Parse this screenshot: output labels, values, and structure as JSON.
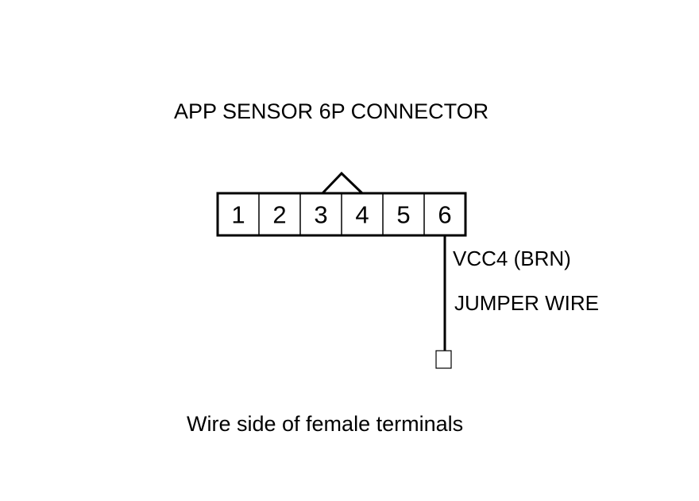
{
  "diagram": {
    "title": "APP SENSOR 6P CONNECTOR",
    "pins": [
      "1",
      "2",
      "3",
      "4",
      "5",
      "6"
    ],
    "wire_label": "VCC4 (BRN)",
    "jumper_label": "JUMPER WIRE",
    "caption": "Wire side of female terminals"
  }
}
